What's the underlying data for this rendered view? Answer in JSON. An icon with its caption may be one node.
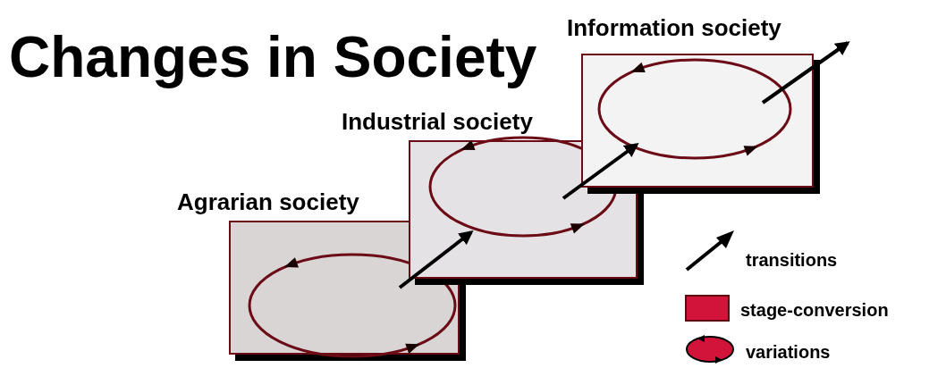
{
  "diagram": {
    "title": "Changes in Society",
    "nodes": [
      {
        "text": [
          "Agrarian society"
        ]
      },
      {
        "text": [
          "Industrial society"
        ]
      },
      {
        "text": [
          "Information society"
        ]
      }
    ],
    "edges": [
      {
        "from": 0,
        "to": 1,
        "arrow": "to"
      },
      {
        "from": 1,
        "to": 2,
        "arrow": "to"
      },
      {
        "from": 2,
        "to": null,
        "arrow": "to"
      }
    ],
    "legend": [
      {
        "text": "transitions"
      },
      {
        "text": "stage-conversion",
        "color": "#d2143a"
      },
      {
        "text": "variations"
      }
    ]
  }
}
